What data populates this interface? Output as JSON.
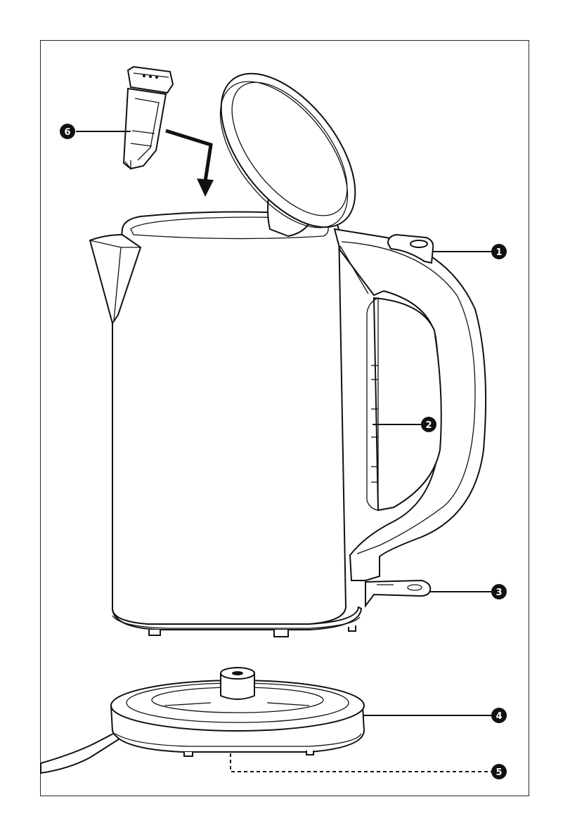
{
  "callouts": [
    {
      "id": "1",
      "label": "❶"
    },
    {
      "id": "2",
      "label": "❷"
    },
    {
      "id": "3",
      "label": "❸"
    },
    {
      "id": "4",
      "label": "❹"
    },
    {
      "id": "5",
      "label": "❺"
    },
    {
      "id": "6",
      "label": "❻"
    }
  ],
  "colors": {
    "ink": "#111111",
    "paper": "#ffffff"
  }
}
